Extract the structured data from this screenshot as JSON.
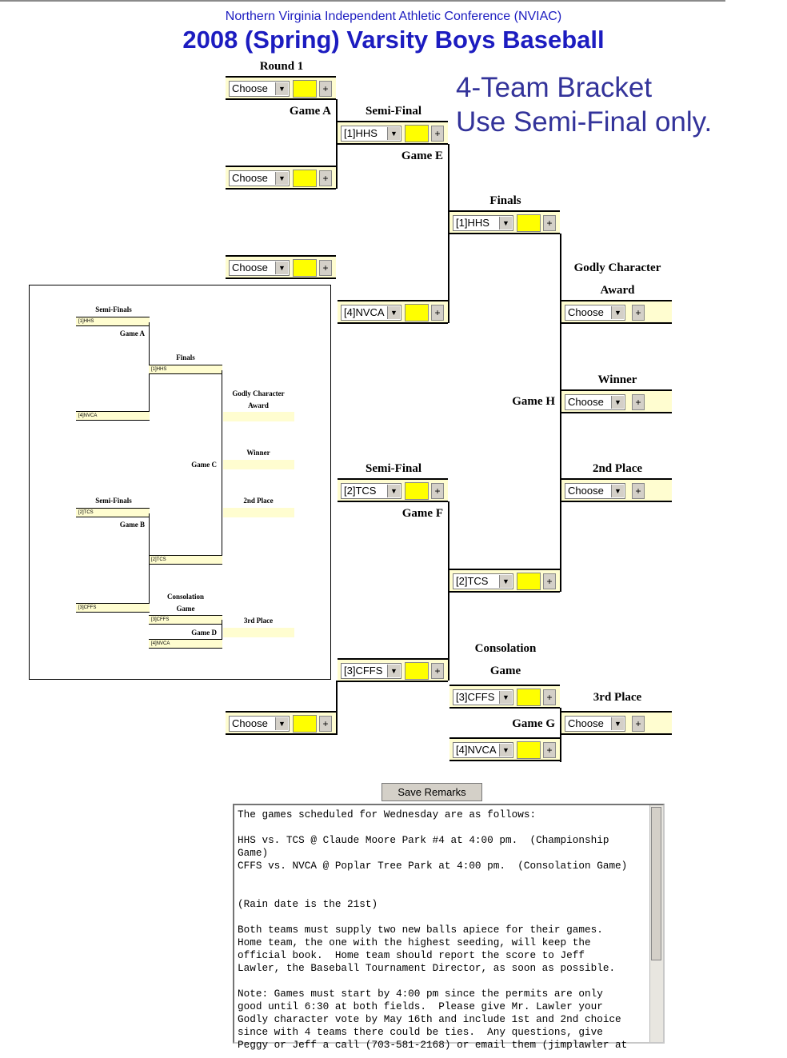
{
  "header": {
    "org": "Northern Virginia Independent Athletic Conference (NVIAC)",
    "title": "2008 (Spring) Varsity Boys Baseball",
    "note_line1": "4-Team Bracket",
    "note_line2": "Use Semi-Final only."
  },
  "labels": {
    "round1": "Round 1",
    "game_a": "Game A",
    "semi_final_top": "Semi-Final",
    "game_e": "Game E",
    "finals": "Finals",
    "godly_line1": "Godly Character",
    "award": "Award",
    "winner": "Winner",
    "game_h": "Game H",
    "second_place": "2nd Place",
    "semi_final_bottom": "Semi-Final",
    "game_f": "Game F",
    "consolation": "Consolation",
    "game": "Game",
    "third_place": "3rd Place",
    "game_g": "Game G"
  },
  "slots": {
    "r1_1": "Choose",
    "r1_2": "Choose",
    "r1_3": "Choose",
    "r1_last": "Choose",
    "semi_1": "[1]HHS",
    "semi_2": "[4]NVCA",
    "semi_3": "[2]TCS",
    "semi_4": "[3]CFFS",
    "finals_1": "[1]HHS",
    "finals_2": "[2]TCS",
    "godly": "Choose",
    "winner": "Choose",
    "second": "Choose",
    "cons_1": "[3]CFFS",
    "cons_2": "[4]NVCA",
    "third": "Choose",
    "plus": "+",
    "arrow": "▼"
  },
  "inset": {
    "semi_finals_1": "Semi-Finals",
    "semi_finals_2": "Semi-Finals",
    "game_a": "Game A",
    "game_b": "Game B",
    "finals": "Finals",
    "game_c": "Game C",
    "godly": "Godly Character",
    "award": "Award",
    "winner": "Winner",
    "second": "2nd Place",
    "consolation": "Consolation",
    "game": "Game",
    "game_d": "Game D",
    "third": "3rd Place",
    "s1": "[1]HHS",
    "s2": "[4]NVCA",
    "s3": "[2]TCS",
    "s4": "[3]CFFS",
    "f1": "[1]HHS",
    "f2": "[2]TCS",
    "c1": "[3]CFFS",
    "c2": "[4]NVCA"
  },
  "remarks": {
    "button": "Save Remarks",
    "text": "The games scheduled for Wednesday are as follows:\n\nHHS vs. TCS @ Claude Moore Park #4 at 4:00 pm.  (Championship\nGame)\nCFFS vs. NVCA @ Poplar Tree Park at 4:00 pm.  (Consolation Game)\n\n\n(Rain date is the 21st)\n\nBoth teams must supply two new balls apiece for their games.\nHome team, the one with the highest seeding, will keep the\nofficial book.  Home team should report the score to Jeff\nLawler, the Baseball Tournament Director, as soon as possible.\n\nNote: Games must start by 4:00 pm since the permits are only\ngood until 6:30 at both fields.  Please give Mr. Lawler your\nGodly character vote by May 16th and include 1st and 2nd choice\nsince with 4 teams there could be ties.  Any questions, give\nPeggy or Jeff a call (703-581-2168) or email them (jimplawler at"
  }
}
